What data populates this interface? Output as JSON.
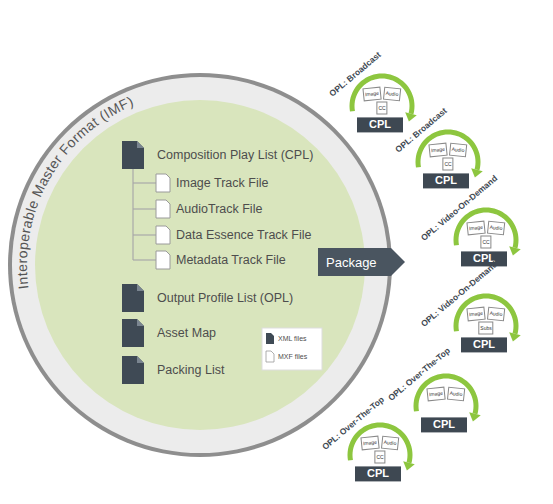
{
  "diagram": {
    "nodes": [
      {
        "text": [
          "Interoperable Master Format (IMF)"
        ]
      },
      {
        "text": [
          "Package"
        ],
        "in": 0
      },
      {
        "text": [
          "OPL: Broadcast",
          "CPL",
          "Image",
          "Audio",
          "CC"
        ]
      },
      {
        "text": [
          "OPL: Broadcast",
          "CPL",
          "Image",
          "Audio",
          "CC"
        ]
      },
      {
        "text": [
          "OPL: Video-On-Demand",
          "CPL",
          "Image",
          "Audio",
          "CC"
        ]
      },
      {
        "text": [
          "OPL: Video-On-Demand",
          "CPL",
          "Image",
          "Audio",
          "Subs"
        ]
      },
      {
        "text": [
          "OPL: Over-The-Top",
          "CPL",
          "Image",
          "Audio"
        ]
      },
      {
        "text": [
          "OPL: Over-The-Top",
          "CPL",
          "Image",
          "Audio",
          "CC"
        ]
      }
    ],
    "labels": [
      "Composition Play List (CPL)",
      "Image Track File",
      "AudioTrack File",
      "Data Essence Track File",
      "Metadata Track File",
      "Output Profile List (OPL)",
      "Asset Map",
      "Packing List"
    ],
    "legend": [
      {
        "text": "XML files"
      },
      {
        "text": "MXF files"
      }
    ]
  }
}
